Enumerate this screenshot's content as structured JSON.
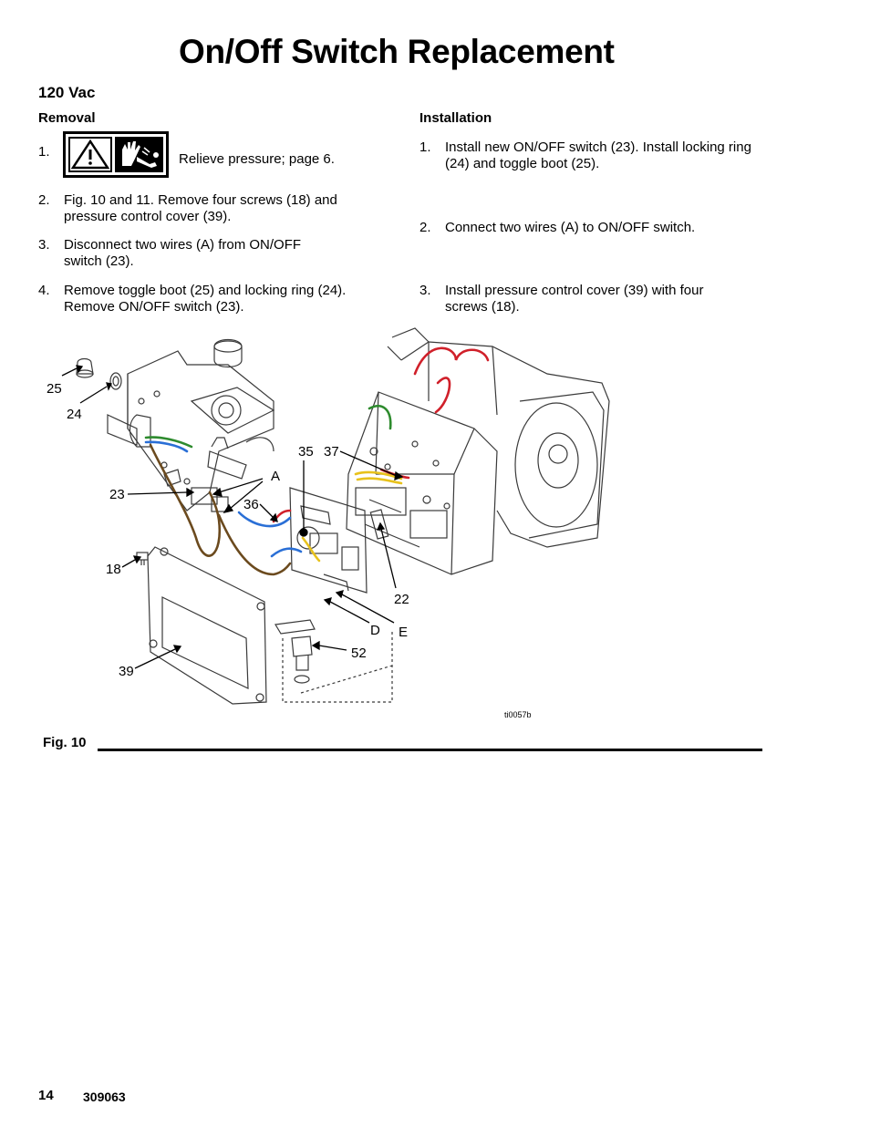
{
  "page": {
    "title": "On/Off Switch Replacement",
    "section": "120 Vac",
    "page_number": "14",
    "doc_number": "309063"
  },
  "removal": {
    "heading": "Removal",
    "steps": [
      {
        "num": "1.",
        "text": "Relieve pressure; page 6."
      },
      {
        "num": "2.",
        "text": "Fig. 10 and 11. Remove four screws (18) and pressure control cover (39)."
      },
      {
        "num": "3.",
        "text": "Disconnect two wires (A) from ON/OFF switch (23)."
      },
      {
        "num": "4.",
        "text": "Remove toggle boot (25) and locking ring (24). Remove ON/OFF switch (23)."
      }
    ]
  },
  "installation": {
    "heading": "Installation",
    "steps": [
      {
        "num": "1.",
        "text": "Install new ON/OFF switch (23). Install locking ring (24) and toggle boot (25)."
      },
      {
        "num": "2.",
        "text": "Connect two wires (A) to ON/OFF switch."
      },
      {
        "num": "3.",
        "text": "Install pressure control cover (39) with four screws (18)."
      }
    ]
  },
  "warning_icons": [
    "warning-triangle-icon",
    "pressure-injection-hand-icon"
  ],
  "figure": {
    "callouts": {
      "c25": "25",
      "c24": "24",
      "c23": "23",
      "c18": "18",
      "c39": "39",
      "c35": "35",
      "c37": "37",
      "cA": "A",
      "c36": "36",
      "c22": "22",
      "cD": "D",
      "cE": "E",
      "c52": "52"
    },
    "image_id": "ti0057b",
    "label": "Fig. 10"
  },
  "colors": {
    "wire_red": "#d0202a",
    "wire_green": "#2e8b2e",
    "wire_blue": "#2a6fd6",
    "wire_brown": "#6b4a1e",
    "wire_yellow": "#e8c21c",
    "line_art": "#3a3a3a"
  }
}
